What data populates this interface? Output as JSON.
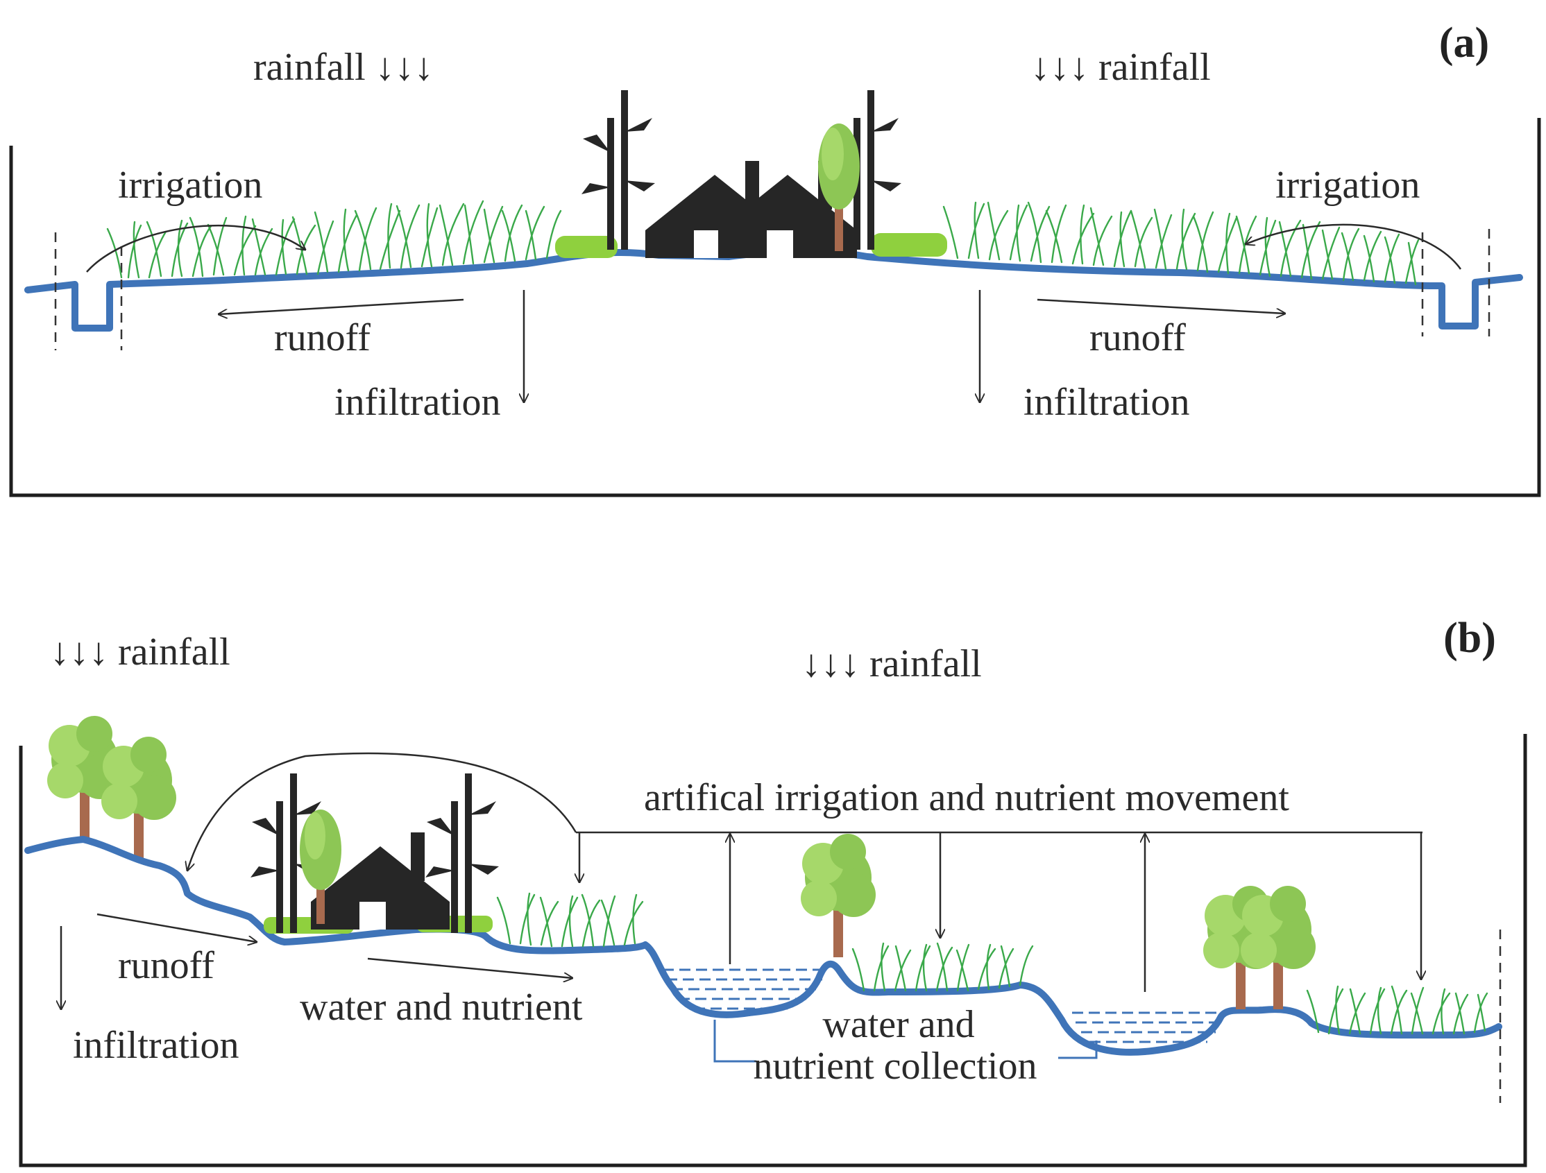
{
  "panels": {
    "a": {
      "tag": "(a)",
      "rainfall_left": "rainfall ↓↓↓",
      "rainfall_right": "↓↓↓ rainfall",
      "irrigation_left": "irrigation",
      "irrigation_right": "irrigation",
      "runoff_left": "runoff",
      "runoff_right": "runoff",
      "infiltration_left": "infiltration",
      "infiltration_right": "infiltration"
    },
    "b": {
      "tag": "(b)",
      "rainfall_left": "↓↓↓ rainfall",
      "rainfall_center": "↓↓↓ rainfall",
      "irrigation_label": "artifical irrigation and nutrient movement",
      "runoff": "runoff",
      "infiltration": "infiltration",
      "water_nutrient": "water and nutrient",
      "collection_line1": "water and",
      "collection_line2": "nutrient collection"
    }
  },
  "icons": [
    "house-icon",
    "bamboo-icon",
    "tree-icon",
    "grass-icon",
    "arrow-icon"
  ],
  "colors": {
    "ground_line": "#3f74b8",
    "grass": "#3aa94a",
    "tree_foliage": "#8dc655",
    "trunk": "#a86a4e",
    "house": "#262626"
  }
}
